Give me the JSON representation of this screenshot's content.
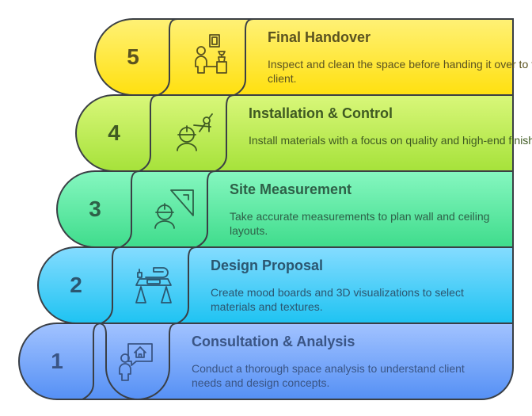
{
  "diagram": {
    "type": "stacked-steps",
    "outline_color": "#3a3f45",
    "steps": [
      {
        "number": "5",
        "title": "Final Handover",
        "description": "Inspect and clean the space before handing it over to the client.",
        "icon": "handover-icon",
        "color_top": "#fff176",
        "color_bottom": "#ffe00f",
        "text_color": "#5b5320"
      },
      {
        "number": "4",
        "title": "Installation & Control",
        "description": "Install materials with a focus on quality and high-end finish.",
        "icon": "engineer-compass-icon",
        "color_top": "#d9f77a",
        "color_bottom": "#a6e23a",
        "text_color": "#3f5a22"
      },
      {
        "number": "3",
        "title": "Site Measurement",
        "description": "Take accurate measurements to plan wall and ceiling layouts.",
        "icon": "engineer-set-square-icon",
        "color_top": "#86f7c0",
        "color_bottom": "#3fdc8c",
        "text_color": "#2e6048"
      },
      {
        "number": "2",
        "title": "Design Proposal",
        "description": "Create mood boards and 3D visualizations to select materials and textures.",
        "icon": "drafting-desk-icon",
        "color_top": "#85dcff",
        "color_bottom": "#1ec3f2",
        "text_color": "#2b5670"
      },
      {
        "number": "1",
        "title": "Consultation & Analysis",
        "description": "Conduct a thorough space analysis to understand client needs and design concepts.",
        "icon": "consultation-house-icon",
        "color_top": "#a2c3ff",
        "color_bottom": "#5590f5",
        "text_color": "#3a5585"
      }
    ]
  }
}
